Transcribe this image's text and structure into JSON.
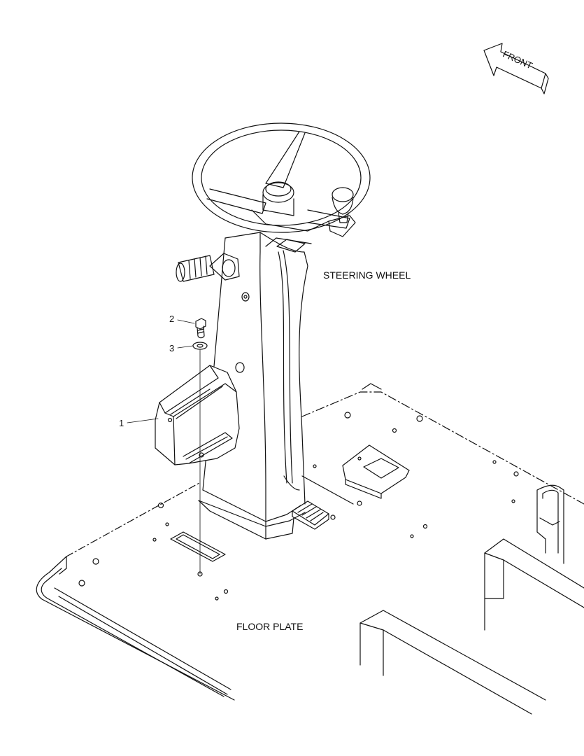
{
  "labels": {
    "front": "FRONT",
    "steering_wheel": "STEERING WHEEL",
    "floor_plate": "FLOOR PLATE"
  },
  "callouts": [
    "1",
    "2",
    "3"
  ],
  "colors": {
    "line": "#111111",
    "background": "#ffffff"
  }
}
